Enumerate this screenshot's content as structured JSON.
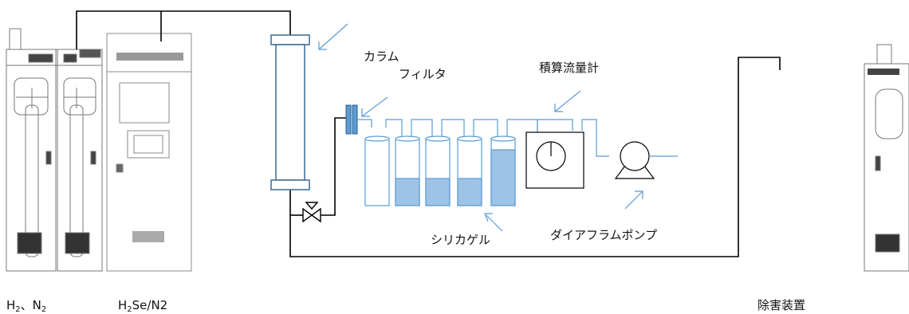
{
  "labels": {
    "column": "カラム",
    "filter": "フィルタ",
    "flowmeter": "積算流量計",
    "silica_gel": "シリカゲル",
    "pump": "ダイアフラムポンプ",
    "abatement": "除害装置"
  },
  "gas_cabinet_1": {
    "h": "H",
    "h_sub": "2",
    "sep": "、N",
    "n_sub": "2"
  },
  "gas_cabinet_2": {
    "h": "H",
    "h_sub": "2",
    "rest": "Se/N2"
  },
  "colors": {
    "line": "#000000",
    "accent_blue": "#5b9bd5",
    "liquid": "#9dc3e6",
    "equipment": "#777777"
  }
}
